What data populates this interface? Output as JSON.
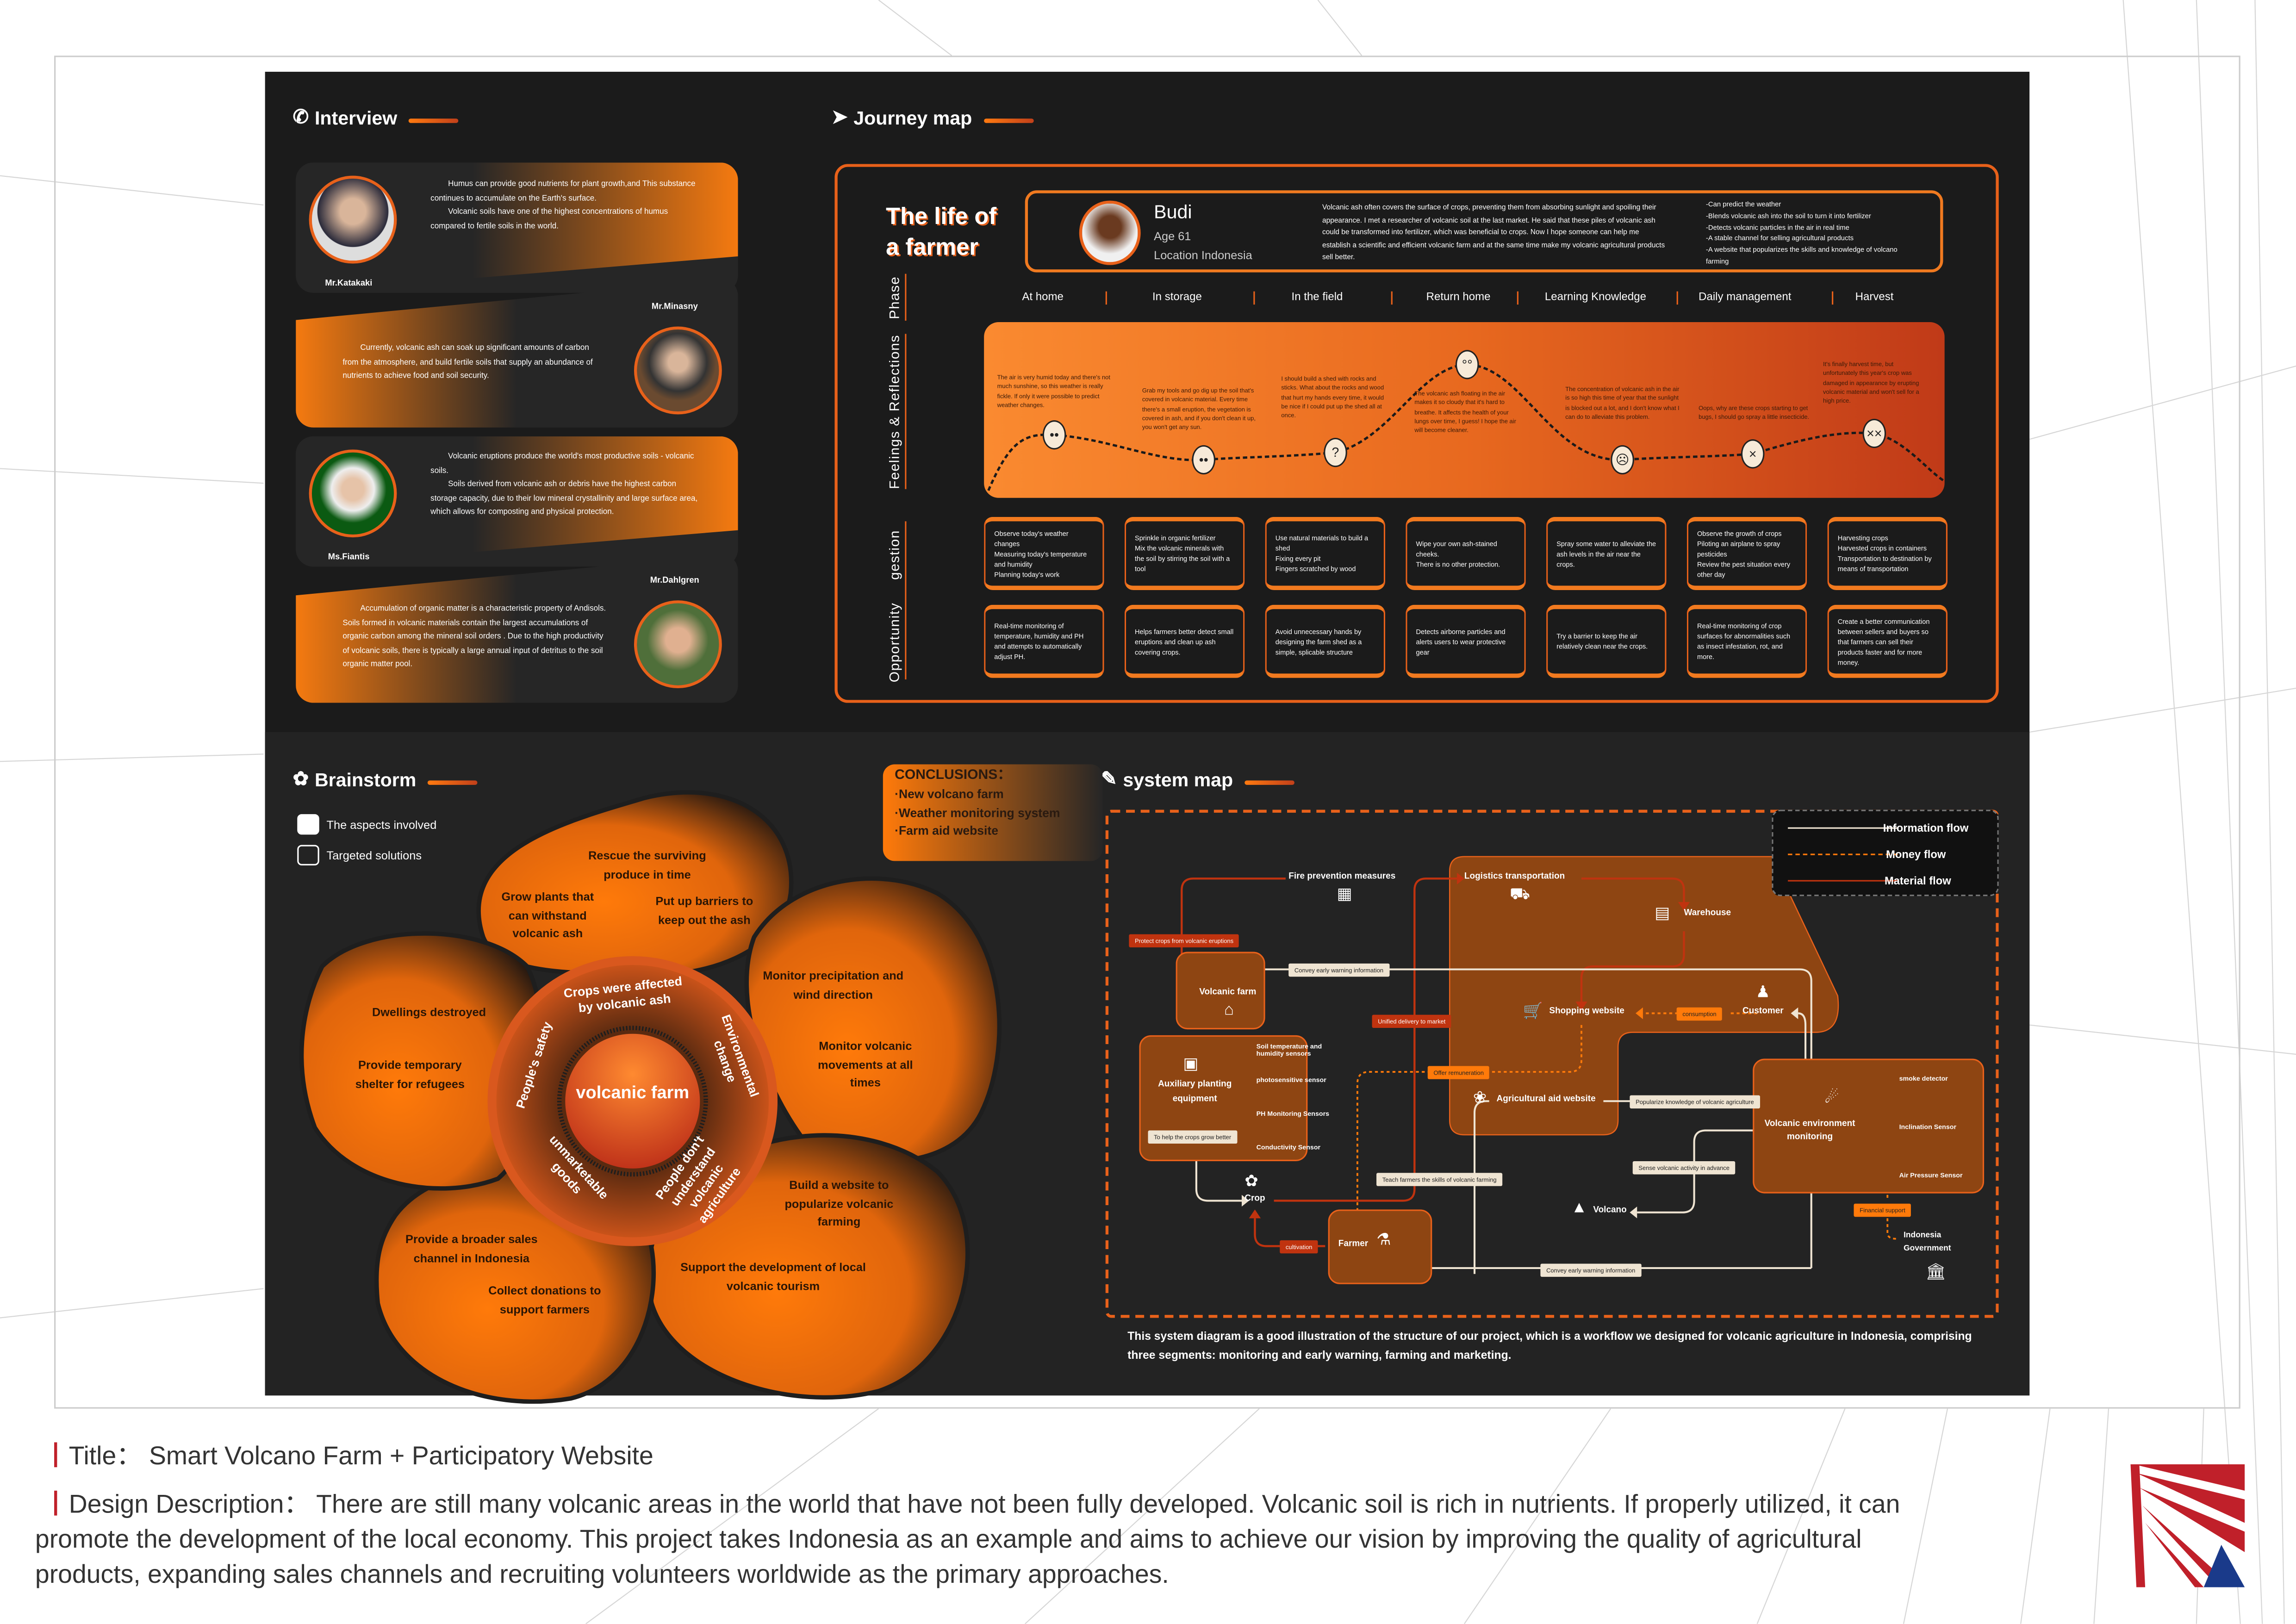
{
  "interview": {
    "title": "Interview",
    "cards": [
      {
        "name": "Mr.Katakaki",
        "p1": "Humus can provide good nutrients for plant growth,and This substance continues to accumulate on the Earth's surface.",
        "p2": "Volcanic soils have one of the highest concentrations of humus compared to fertile soils in the world."
      },
      {
        "name": "Mr.Minasny",
        "p1": "Currently, volcanic ash can soak up significant amounts of carbon from the atmosphere, and build fertile soils that supply an abundance of nutrients to achieve food and soil security.",
        "p2": ""
      },
      {
        "name": "Ms.Fiantis",
        "p1": "Volcanic eruptions produce the world's most productive soils - volcanic soils.",
        "p2": "Soils derived from volcanic ash or debris have the highest carbon storage capacity, due to their low mineral crystallinity and large surface area, which allows for composting and physical protection."
      },
      {
        "name": "Mr.Dahlgren",
        "p1": "Accumulation of organic matter is a characteristic property of Andisols. Soils formed in volcanic materials contain the largest accumulations of organic carbon among the mineral soil orders . Due to the high productivity of volcanic soils, there is typically a large annual input of detritus to the soil organic matter pool.",
        "p2": ""
      }
    ]
  },
  "journey": {
    "title": "Journey map",
    "heading_line1": "The life of",
    "heading_line2": "a farmer",
    "persona": {
      "name": "Budi",
      "age": "Age 61",
      "location": "Location Indonesia",
      "story": "Volcanic ash often covers the surface of crops, preventing them from absorbing sunlight and spoiling their appearance. I met a researcher of volcanic soil at the last market. He said that these piles of volcanic ash could be transformed into fertilizer, which was beneficial to crops. Now I hope someone can help me establish a scientific and efficient volcanic farm and at the same time make my volcanic agricultural products sell better.",
      "needs": [
        "-Can predict the weather",
        "-Blends volcanic ash into the soil to turn it into fertilizer",
        "-Detects volcanic particles in the air in real time",
        "-A stable channel for selling agricultural products",
        "-A website that popularizes the skills and knowledge of volcano farming"
      ]
    },
    "row_labels": {
      "phase": "Phase",
      "feelings": "Feelings & Reflections",
      "suggestion": "gestion",
      "opportunity": "Opportunity"
    },
    "phases": [
      "At home",
      "In storage",
      "In the field",
      "Return home",
      "Learning Knowledge",
      "Daily management",
      "Harvest"
    ],
    "feelings": [
      "The air is very humid today and there's not much sunshine, so this weather is really fickle. If only it were possible to predict weather changes.",
      "Grab my tools and go dig up the soil that's covered in volcanic material. Every time there's a small eruption, the vegetation is covered in ash, and if you don't clean it up, you won't get any sun.",
      "I should build a shed with rocks and sticks. What about the rocks and wood that hurt my hands every time, it would be nice if I could put up the shed all at once.",
      "The volcanic ash floating in the air makes it so cloudy that it's hard to breathe. It affects the health of your lungs over time, I guess! I hope the air will become cleaner.",
      "The concentration of volcanic ash in the air is so high this time of year that the sunlight is blocked out a lot, and I don't know what I can do to alleviate this problem.",
      "Oops, why are these crops starting to get bugs, I should go spray a little insecticide.",
      "It's finally harvest time, but unfortunately this year's crop was damaged in appearance by erupting volcanic material and won't sell for a high price."
    ],
    "emotion_faces": [
      "neutral",
      "neutral",
      "thinking",
      "scared",
      "sad",
      "angry",
      "dizzy"
    ],
    "actions": [
      "Observe today's weather changes\nMeasuring today's temperature and humidity\nPlanning today's work",
      "Sprinkle in organic fertilizer\nMix the volcanic minerals with the soil by stirring the soil with a tool",
      "Use natural materials to build a shed\nFixing every pit\nFingers scratched by wood",
      "Wipe your own ash-stained cheeks.\nThere is no other protection.",
      "Spray some water to alleviate the ash levels in the air near the crops.",
      "Observe the growth of crops\nPiloting an airplane to spray pesticides\nReview the pest situation every other day",
      "Harvesting crops\nHarvested crops in containers\nTransportation to destination by means of transportation"
    ],
    "opportunities": [
      "Real-time monitoring of temperature, humidity and PH and attempts to automatically adjust PH.",
      "Helps farmers better detect small eruptions and clean up ash covering crops.",
      "Avoid unnecessary hands by designing the farm shed as a simple, splicable structure",
      "Detects airborne particles and alerts users to wear protective gear",
      "Try a barrier to keep the air relatively clean near the crops.",
      "Real-time monitoring of crop surfaces for abnormalities such as insect infestation, rot, and more.",
      "Create a better communication between sellers and buyers so that farmers can sell their products faster and for more money."
    ]
  },
  "brainstorm": {
    "title": "Brainstorm",
    "legend": {
      "aspects": "The aspects involved",
      "solutions": "Targeted solutions"
    },
    "center": "volcanic farm",
    "aspects": {
      "crops": "Crops were affected by volcanic ash",
      "safety": "People's safety",
      "env": "Environmental change",
      "unmarketable": "unmarketable goods",
      "understand": "People don't understand volcanic agriculture"
    },
    "solutions": {
      "rescue": "Rescue the surviving produce in time",
      "grow": "Grow plants that can withstand volcanic ash",
      "barriers": "Put up barriers to keep out the ash",
      "dwellings": "Dwellings destroyed",
      "shelter": "Provide temporary shelter for refugees",
      "precip": "Monitor precipitation and wind direction",
      "monitor": "Monitor volcanic movements at all times",
      "website": "Build a website to popularize volcanic farming",
      "tourism": "Support the development of local volcanic tourism",
      "sales": "Provide a broader sales channel in Indonesia",
      "donations": "Collect donations to support farmers"
    },
    "conclusions": {
      "title": "CONCLUSIONS：",
      "items": [
        "·New volcano farm",
        "·Weather monitoring system",
        "·Farm aid website"
      ]
    }
  },
  "system_map": {
    "title": "system map",
    "legend": {
      "info": "Information flow",
      "money": "Money flow",
      "material": "Material flow"
    },
    "nodes": {
      "fire": "Fire prevention measures",
      "logistics": "Logistics transportation",
      "warehouse": "Warehouse",
      "volcanic_farm": "Volcanic farm",
      "shopping": "Shopping website",
      "customer": "Customer",
      "auxiliary": "Auxiliary planting equipment",
      "aid": "Agricultural aid website",
      "monitoring": "Volcanic environment monitoring",
      "crop": "Crop",
      "volcano": "Volcano",
      "farmer": "Farmer",
      "government": "Indonesia Government"
    },
    "sensors": [
      "Soil temperature and humidity sensors",
      "photosensitive sensor",
      "PH Monitoring Sensors",
      "Conductivity Sensor"
    ],
    "monitor_sensors": [
      "smoke detector",
      "Inclination Sensor",
      "Air Pressure Sensor"
    ],
    "labels": {
      "protect": "Protect crops from volcanic eruptions",
      "convey1": "Convey early warning information",
      "unified": "Unified delivery to market",
      "consumption": "consumption",
      "offer": "Offer remuneration",
      "help": "To help the crops grow better",
      "popularize": "Popularize knowledge of volcanic agriculture",
      "sense": "Sense volcanic activity in advance",
      "teach": "Teach farmers the skills of volcanic farming",
      "financial": "Financial support",
      "cultivation": "cultivation",
      "convey2": "Convey early warning information"
    },
    "caption": "This system diagram is a good illustration of the structure of our project, which is a workflow we designed for volcanic agriculture in Indonesia, comprising three segments: monitoring and early warning, farming and marketing."
  },
  "footer": {
    "title": "Title： Smart Volcano Farm + Participatory Website",
    "description": "Design Description： There are still many volcanic areas in the world that have not been fully developed. Volcanic soil is rich in nutrients. If properly utilized, it can promote the development of the local economy. This project takes Indonesia as an example and aims to achieve our vision by improving the quality of agricultural products, expanding sales channels and recruiting volunteers worldwide as the primary approaches."
  },
  "colors": {
    "accent": "#f27a1f",
    "panel": "#1b1b1b",
    "material": "#c0330f",
    "info": "#efe4d2"
  }
}
